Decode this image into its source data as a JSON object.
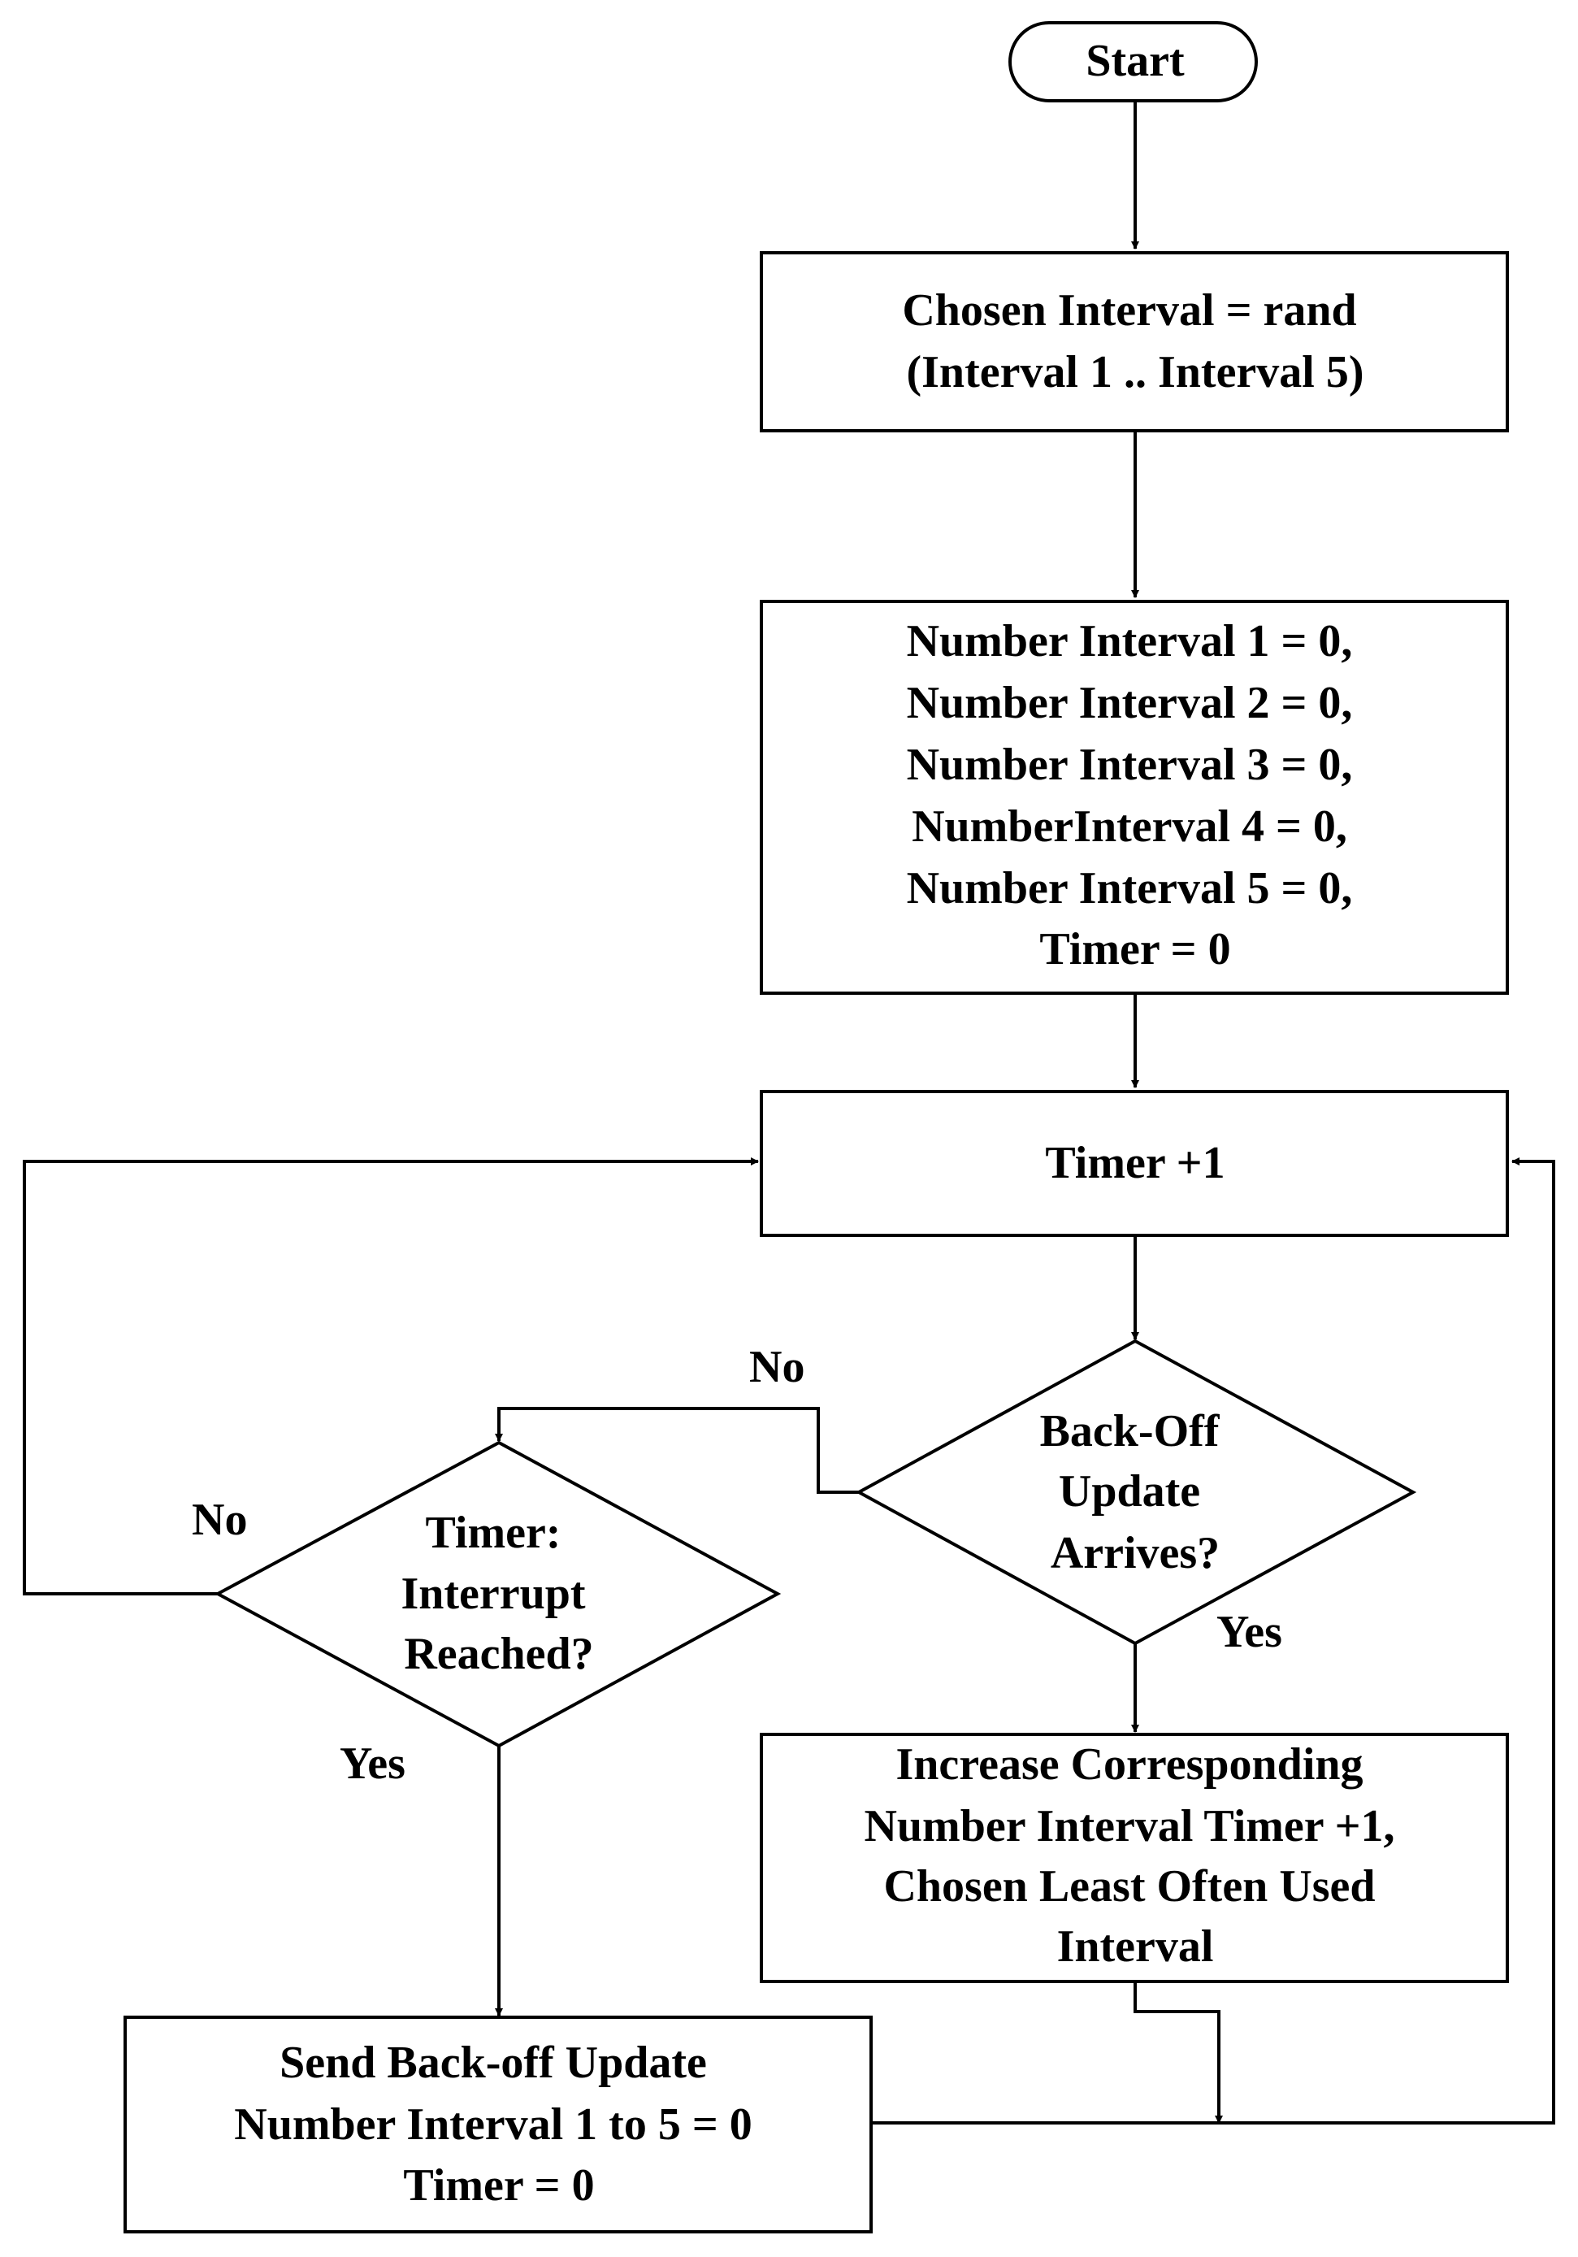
{
  "nodes": {
    "start": {
      "text": [
        "Start"
      ]
    },
    "choose_interval": {
      "text": [
        "Chosen Interval = rand",
        "(Interval 1 .. Interval 5)"
      ]
    },
    "init_counters": {
      "text": [
        "Number Interval 1 = 0,",
        "Number Interval 2 = 0,",
        "Number Interval 3 = 0,",
        "NumberInterval 4 = 0,",
        "Number Interval 5 = 0,",
        "Timer = 0"
      ]
    },
    "timer_inc": {
      "text": [
        "Timer +1"
      ]
    },
    "backoff_decision": {
      "text": [
        "Back-Off",
        "Update",
        "Arrives?"
      ]
    },
    "interrupt_decision": {
      "text": [
        "Timer:",
        "Interrupt",
        "Reached?"
      ]
    },
    "increase_interval": {
      "text": [
        "Increase Corresponding",
        "Number Interval Timer +1,",
        "Chosen Least Often Used",
        "Interval"
      ]
    },
    "send_update": {
      "text": [
        "Send Back-off Update",
        "Number Interval 1 to 5 = 0",
        "Timer = 0"
      ]
    }
  },
  "edge_labels": {
    "backoff_no": "No",
    "backoff_yes": "Yes",
    "interrupt_no": "No",
    "interrupt_yes": "Yes"
  }
}
